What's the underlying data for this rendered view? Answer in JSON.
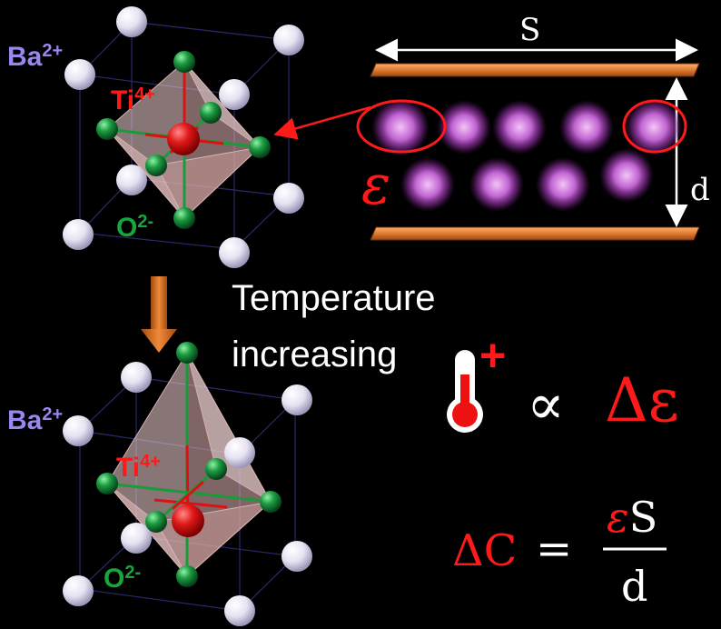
{
  "colors": {
    "background": "#000000",
    "barium": "#e8e4f4",
    "barium_label": "#9b86f0",
    "titanium": "#dd1111",
    "titanium_label": "#ff1a1a",
    "oxygen": "#1a8a3a",
    "oxygen_label": "#17a63a",
    "plate": "#e07a30",
    "dipole": "#c860d8",
    "accent_red": "#ff1a1a"
  },
  "top_crystal": {
    "ba_label": "Ba",
    "ba_charge": "2+",
    "ti_label": "Ti",
    "ti_charge": "4+",
    "o_label": "O",
    "o_charge": "2-"
  },
  "bottom_crystal": {
    "ba_label": "Ba",
    "ba_charge": "2+",
    "ti_label": "Ti",
    "ti_charge": "4+",
    "o_label": "O",
    "o_charge": "2-"
  },
  "capacitor": {
    "area_label": "S",
    "distance_label": "d",
    "permittivity_symbol": "ε"
  },
  "temperature_text": {
    "line1": "Temperature",
    "line2": "increasing"
  },
  "thermometer_sign": "+",
  "proportional_symbol": "∝",
  "delta_epsilon": "Δε",
  "formula": {
    "lhs": "ΔC",
    "equals": "=",
    "numerator_epsilon": "ε",
    "numerator_s": "S",
    "denominator": "d"
  },
  "icons": [
    "thermometer-icon",
    "down-arrow-icon",
    "pointer-arrow-icon"
  ]
}
